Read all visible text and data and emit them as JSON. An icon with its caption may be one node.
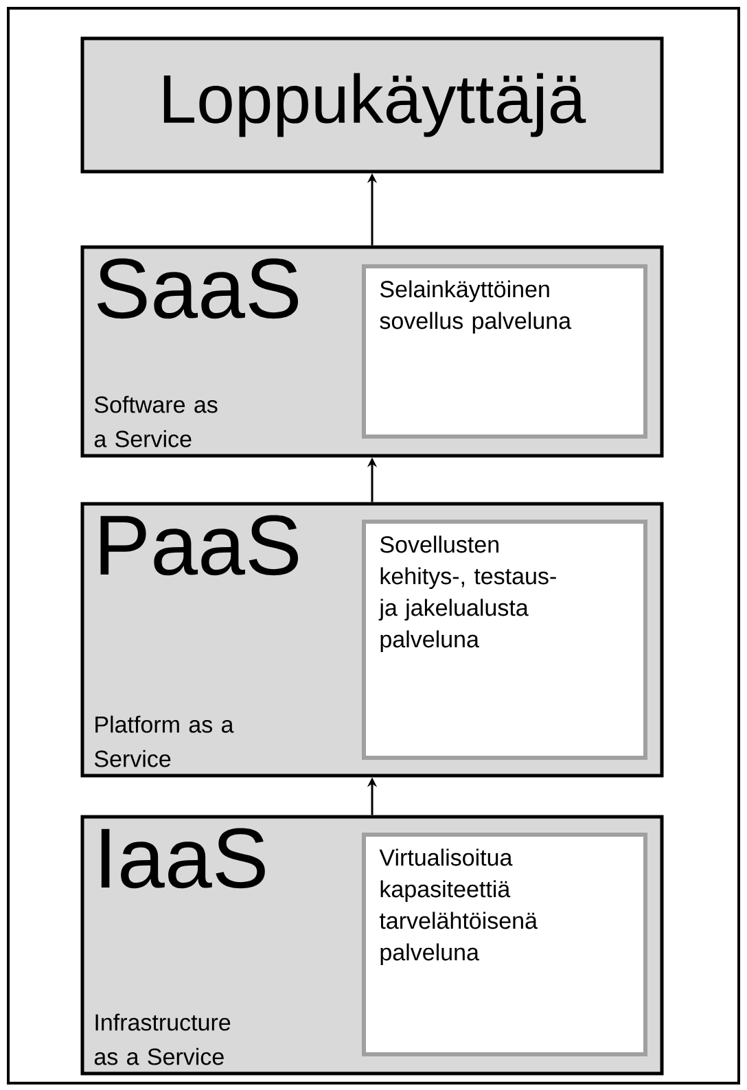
{
  "diagram": {
    "nodes": [
      {
        "text": [
          "Loppukäyttäjä"
        ]
      },
      {
        "text": [
          "SaaS",
          "Software as a Service"
        ]
      },
      {
        "text": [
          "Selainkäyttöinen sovellus palveluna"
        ],
        "in": 1
      },
      {
        "text": [
          "PaaS",
          "Platform as a Service"
        ]
      },
      {
        "text": [
          "Sovellusten kehitys-, testaus- ja jakelualusta palveluna"
        ],
        "in": 3
      },
      {
        "text": [
          "IaaS",
          "Infrastructure as a Service"
        ]
      },
      {
        "text": [
          "Virtualisoitua kapasiteettiä tarvelähtöisenä palveluna"
        ],
        "in": 5
      }
    ],
    "edges": [
      {
        "from": 5,
        "to": 3,
        "arrow": "to"
      },
      {
        "from": 3,
        "to": 1,
        "arrow": "to"
      },
      {
        "from": 1,
        "to": 0,
        "arrow": "to"
      }
    ]
  }
}
